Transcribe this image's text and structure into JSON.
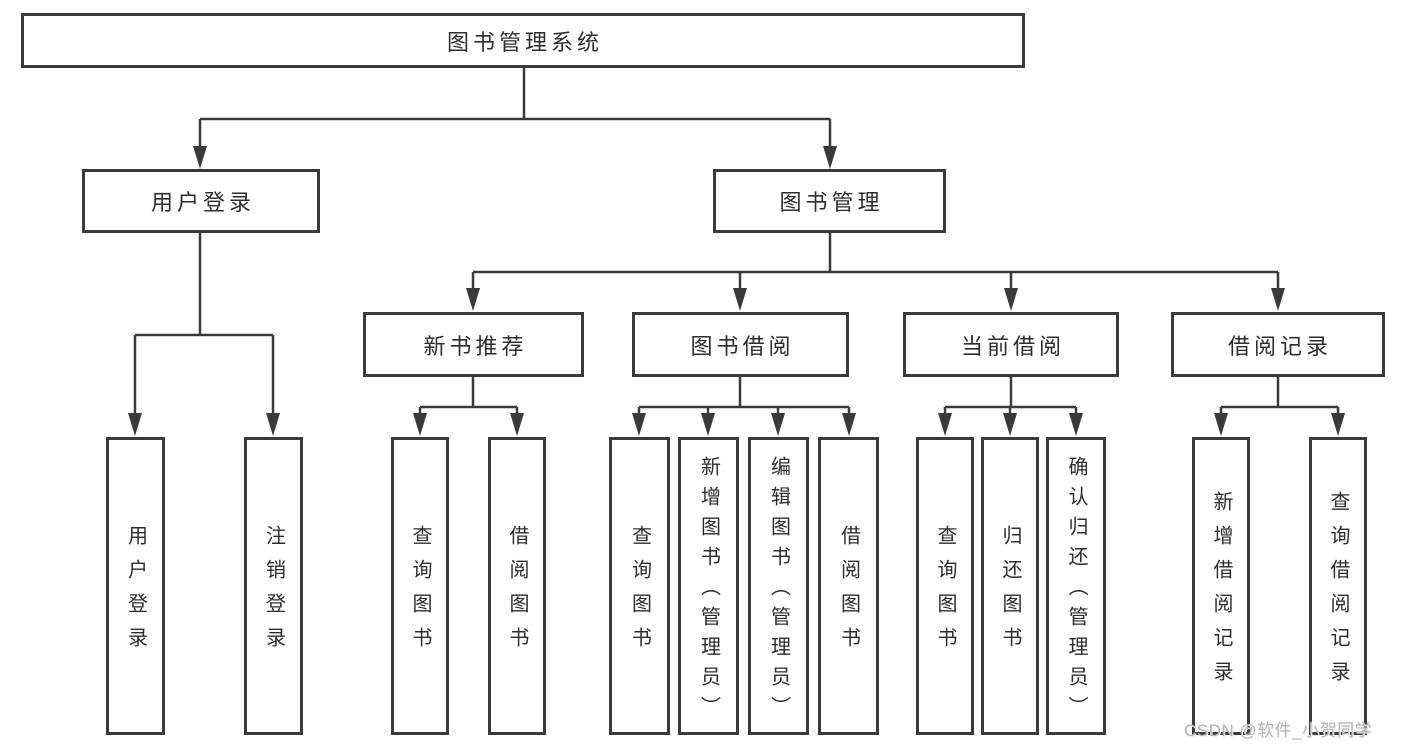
{
  "title": "图书管理系统",
  "colors": {
    "line": "#3a3a3a",
    "border": "#3a3a3a",
    "text": "#2d2d2d",
    "background": "#ffffff",
    "watermark": "#b5b5b5"
  },
  "nodes": {
    "root": {
      "label": "图书管理系统"
    },
    "user_login": {
      "label": "用户登录"
    },
    "book_mgmt": {
      "label": "图书管理"
    },
    "new_book_rec": {
      "label": "新书推荐"
    },
    "book_borrow": {
      "label": "图书借阅"
    },
    "current_borrow": {
      "label": "当前借阅"
    },
    "borrow_record": {
      "label": "借阅记录"
    },
    "user_login_leaf": {
      "label": "用户登录"
    },
    "logout_leaf": {
      "label": "注销登录"
    },
    "rec_query_books": {
      "label": "查询图书"
    },
    "rec_borrow_books": {
      "label": "借阅图书"
    },
    "bb_query_books": {
      "label": "查询图书"
    },
    "bb_add_books": {
      "label": "新增图书（管理员）"
    },
    "bb_edit_books": {
      "label": "编辑图书（管理员）"
    },
    "bb_borrow_books": {
      "label": "借阅图书"
    },
    "cb_query_books": {
      "label": "查询图书"
    },
    "cb_return_books": {
      "label": "归还图书"
    },
    "cb_confirm_return": {
      "label": "确认归还（管理员）"
    },
    "br_add_record": {
      "label": "新增借阅记录"
    },
    "br_query_record": {
      "label": "查询借阅记录"
    }
  },
  "edges": [
    {
      "from": "root",
      "to": [
        "user_login",
        "book_mgmt"
      ]
    },
    {
      "from": "user_login",
      "to": [
        "user_login_leaf",
        "logout_leaf"
      ]
    },
    {
      "from": "book_mgmt",
      "to": [
        "new_book_rec",
        "book_borrow",
        "current_borrow",
        "borrow_record"
      ]
    },
    {
      "from": "new_book_rec",
      "to": [
        "rec_query_books",
        "rec_borrow_books"
      ]
    },
    {
      "from": "book_borrow",
      "to": [
        "bb_query_books",
        "bb_add_books",
        "bb_edit_books",
        "bb_borrow_books"
      ]
    },
    {
      "from": "current_borrow",
      "to": [
        "cb_query_books",
        "cb_return_books",
        "cb_confirm_return"
      ]
    },
    {
      "from": "borrow_record",
      "to": [
        "br_add_record",
        "br_query_record"
      ]
    }
  ],
  "watermark": {
    "text": "CSDN @软件_小贺同学"
  }
}
